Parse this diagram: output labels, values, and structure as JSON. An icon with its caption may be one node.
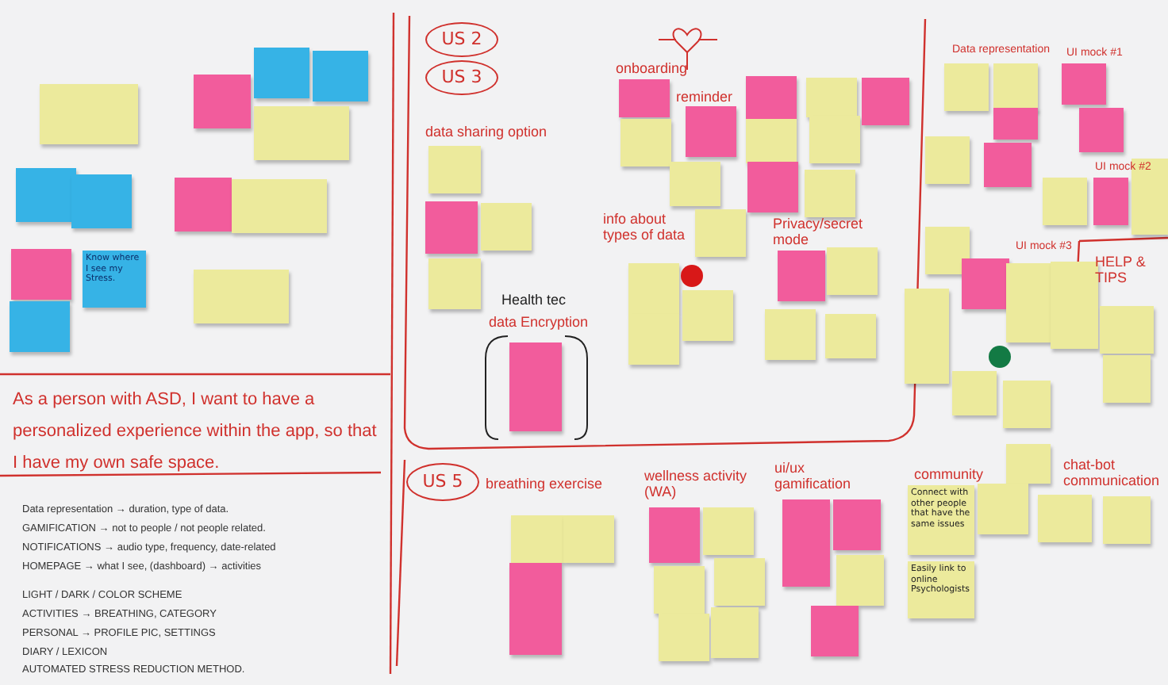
{
  "diagram": {
    "nodes": [
      {
        "text": [
          "US 2"
        ]
      },
      {
        "text": [
          "US 3"
        ]
      },
      {
        "text": [
          "Know where I see my Stress."
        ]
      },
      {
        "text": [
          "US 5"
        ]
      },
      {
        "text": [
          "Connect with other people that have the same issues"
        ]
      },
      {
        "text": [
          "Easily link to online Psychologists"
        ]
      },
      {
        "text": [],
        "shape": "box"
      },
      {
        "text": [],
        "shape": "box"
      },
      {
        "text": [],
        "shape": "box"
      },
      {
        "text": [],
        "shape": "box"
      },
      {
        "text": [],
        "shape": "box"
      },
      {
        "text": [],
        "shape": "box"
      },
      {
        "text": [],
        "shape": "box"
      },
      {
        "text": [],
        "shape": "box"
      },
      {
        "text": [],
        "shape": "box"
      },
      {
        "text": [],
        "shape": "box"
      },
      {
        "text": [],
        "shape": "box"
      },
      {
        "text": [],
        "shape": "box"
      },
      {
        "text": [],
        "shape": "box"
      },
      {
        "text": [],
        "shape": "box"
      },
      {
        "text": [],
        "shape": "box"
      },
      {
        "text": [],
        "shape": "box"
      },
      {
        "text": [],
        "shape": "box"
      },
      {
        "text": [],
        "shape": "box"
      },
      {
        "text": [],
        "shape": "box"
      },
      {
        "text": [],
        "shape": "box"
      },
      {
        "text": [],
        "shape": "box"
      },
      {
        "text": [],
        "shape": "box"
      },
      {
        "text": [],
        "shape": "box"
      },
      {
        "text": [],
        "shape": "box"
      },
      {
        "text": [],
        "shape": "box"
      },
      {
        "text": [],
        "shape": "box"
      },
      {
        "text": [],
        "shape": "box"
      },
      {
        "text": [],
        "shape": "box"
      },
      {
        "text": [],
        "shape": "box"
      },
      {
        "text": [],
        "shape": "box"
      },
      {
        "text": [],
        "shape": "box"
      },
      {
        "text": [],
        "shape": "box"
      },
      {
        "text": [],
        "shape": "box"
      },
      {
        "text": [],
        "shape": "box"
      },
      {
        "text": [],
        "shape": "box"
      },
      {
        "text": [],
        "shape": "box"
      },
      {
        "text": [],
        "shape": "box"
      },
      {
        "text": [],
        "shape": "box"
      },
      {
        "text": [],
        "shape": "box"
      },
      {
        "text": [],
        "shape": "box"
      },
      {
        "text": [],
        "shape": "box"
      },
      {
        "text": [],
        "shape": "box"
      },
      {
        "text": [],
        "shape": "box"
      },
      {
        "text": [],
        "shape": "box"
      },
      {
        "text": [],
        "shape": "box"
      },
      {
        "text": [],
        "shape": "box"
      },
      {
        "text": [],
        "shape": "box"
      },
      {
        "text": [],
        "shape": "box"
      },
      {
        "text": [],
        "shape": "box"
      },
      {
        "text": [],
        "shape": "box"
      },
      {
        "text": [],
        "shape": "box"
      },
      {
        "text": [],
        "shape": "box"
      },
      {
        "text": [],
        "shape": "box"
      },
      {
        "text": [],
        "shape": "box"
      },
      {
        "text": [],
        "shape": "box"
      },
      {
        "text": [],
        "shape": "box"
      },
      {
        "text": [],
        "shape": "box"
      },
      {
        "text": [],
        "shape": "box"
      },
      {
        "text": [],
        "shape": "box"
      },
      {
        "text": [],
        "shape": "box"
      },
      {
        "text": [],
        "shape": "box"
      },
      {
        "text": [],
        "shape": "box"
      },
      {
        "text": [],
        "shape": "box"
      },
      {
        "text": [],
        "shape": "box"
      },
      {
        "text": [],
        "shape": "box"
      },
      {
        "text": [],
        "shape": "box"
      },
      {
        "text": [],
        "shape": "box"
      },
      {
        "text": [],
        "shape": "box"
      },
      {
        "text": [],
        "shape": "box"
      },
      {
        "text": [],
        "shape": "box"
      },
      {
        "text": [],
        "shape": "box"
      },
      {
        "text": [],
        "shape": "box"
      }
    ],
    "labels": [
      "data sharing option",
      "onboarding",
      "reminder",
      "info about types of data",
      "Privacy/secret mode",
      "Health tec",
      "data Encryption",
      "Data representation",
      "UI mock #1",
      "UI mock #2",
      "UI mock #3",
      "HELP & TIPS",
      "As a person with ASD, I want to have a personalized experience within the app, so that I have my own safe space.",
      "Data representation → duration, type of data.",
      "GAMIFICATION → not to people / not people related.",
      "NOTIFICATIONS → audio type, frequency, date-related",
      "HOMEPAGE → what I see, (dashboard) → activities",
      "LIGHT / DARK / COLOR SCHEME",
      "ACTIVITIES → BREATHING, CATEGORY",
      "PERSONAL → PROFILE PIC, SETTINGS",
      "DIARY / LEXICON",
      "AUTOMATED STRESS REDUCTION METHOD.",
      "breathing exercise",
      "wellness activity (WA)",
      "ui/ux gamification",
      "community",
      "chat-bot communication"
    ]
  }
}
